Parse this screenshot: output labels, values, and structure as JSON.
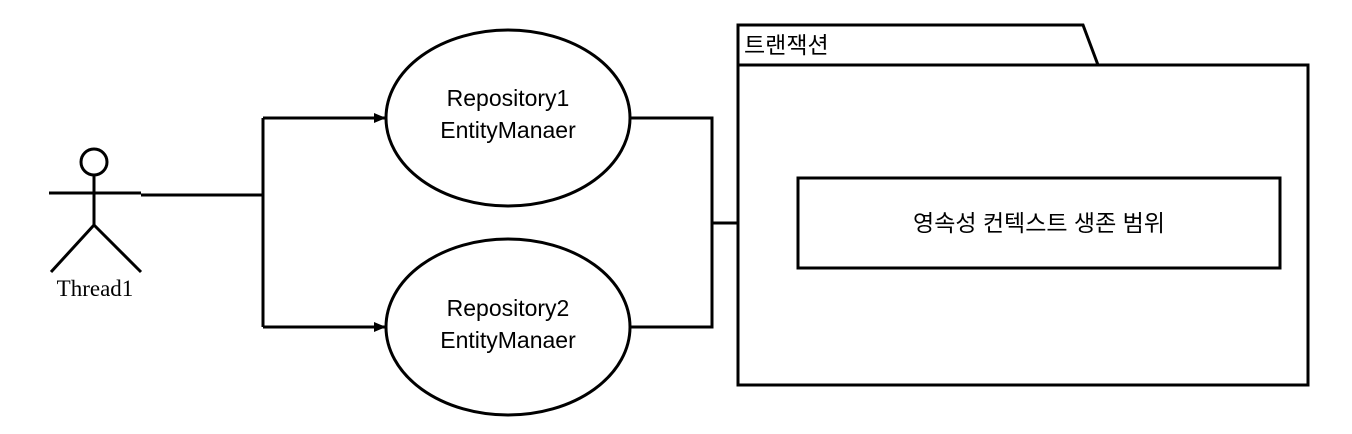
{
  "actor": {
    "label": "Thread1"
  },
  "use_cases": [
    {
      "line1": "Repository1",
      "line2": "EntityManaer"
    },
    {
      "line1": "Repository2",
      "line2": "EntityManaer"
    }
  ],
  "package": {
    "tab_label": "트랜잭션"
  },
  "context_box": {
    "label": "영속성 컨텍스트 생존 범위"
  }
}
